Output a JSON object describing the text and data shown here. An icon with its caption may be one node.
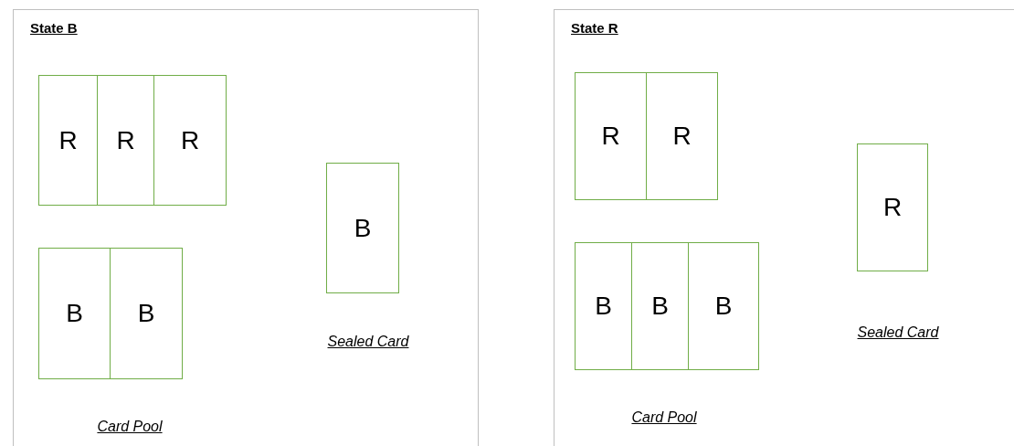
{
  "diagram": {
    "nodes": [
      {
        "text": [
          "State B"
        ]
      },
      {
        "text": [
          "R"
        ],
        "in": 0
      },
      {
        "text": [
          "R"
        ],
        "in": 0
      },
      {
        "text": [
          "R"
        ],
        "in": 0
      },
      {
        "text": [
          "B"
        ],
        "in": 0
      },
      {
        "text": [
          "B"
        ],
        "in": 0
      },
      {
        "text": [
          "B"
        ],
        "in": 0,
        "beside": [
          "Sealed Card"
        ]
      },
      {
        "text": [
          "State R"
        ]
      },
      {
        "text": [
          "R"
        ],
        "in": 7
      },
      {
        "text": [
          "R"
        ],
        "in": 7
      },
      {
        "text": [
          "B"
        ],
        "in": 7
      },
      {
        "text": [
          "B"
        ],
        "in": 7
      },
      {
        "text": [
          "B"
        ],
        "in": 7
      },
      {
        "text": [
          "R"
        ],
        "in": 7,
        "beside": [
          "Sealed Card"
        ]
      }
    ],
    "edges": [],
    "labels": [
      "Card Pool",
      "Card Pool"
    ]
  }
}
